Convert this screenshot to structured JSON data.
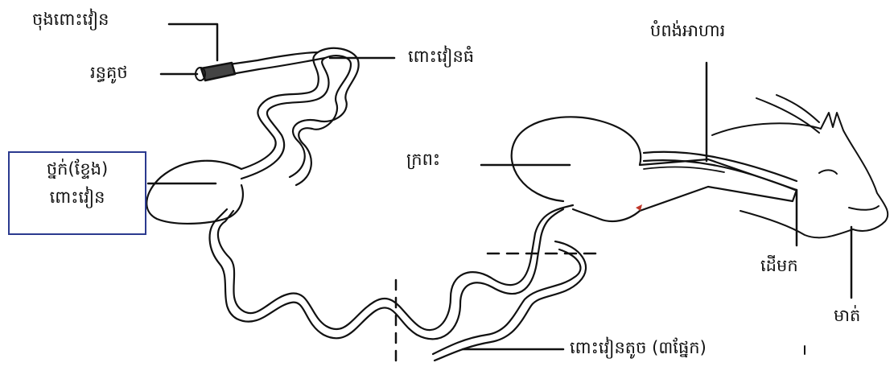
{
  "diagram": {
    "labels": {
      "rectum_end": "ចុងពោះវៀន",
      "anus": "រន្ធគូថ",
      "large_intestine": "ពោះវៀនធំ",
      "esophagus": "បំពង់អាហារ",
      "stomach": "ក្រពះ",
      "cecum_line1": "ថ្នក់(ខ្ទែង)",
      "cecum_line2": "ពោះវៀន",
      "pharynx": "ដើមក",
      "mouth": "មាត់",
      "small_intestine": "ពោះវៀនតូច (៣ផ្នែក)"
    },
    "colors": {
      "ink": "#111111",
      "box_border": "#2b3a8f",
      "blood_mark": "#c0392b"
    }
  }
}
